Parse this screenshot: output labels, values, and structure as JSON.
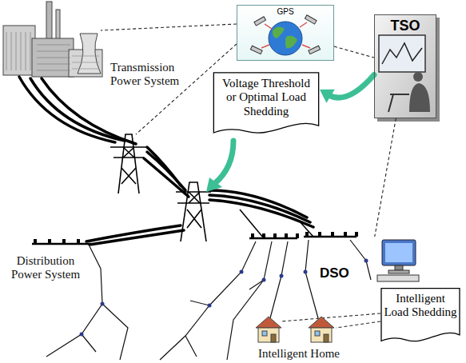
{
  "diagram": {
    "nodes": [
      {
        "text": [
          "GPS"
        ]
      },
      {
        "text": [
          "TSO"
        ]
      },
      {
        "text": [
          "Voltage Threshold or Optimal Load Shedding"
        ]
      },
      {
        "text": [
          "DSO"
        ]
      },
      {
        "text": [
          "Intelligent Load Shedding"
        ]
      }
    ],
    "edges": [
      {
        "from": 0,
        "to": 1,
        "arrow": "none"
      },
      {
        "from": 1,
        "to": 2,
        "arrow": "to"
      },
      {
        "from": 1,
        "to": 3,
        "arrow": "none"
      }
    ],
    "labels": [
      "Transmission Power System",
      "Distribution Power System",
      "Intelligent Home"
    ]
  }
}
